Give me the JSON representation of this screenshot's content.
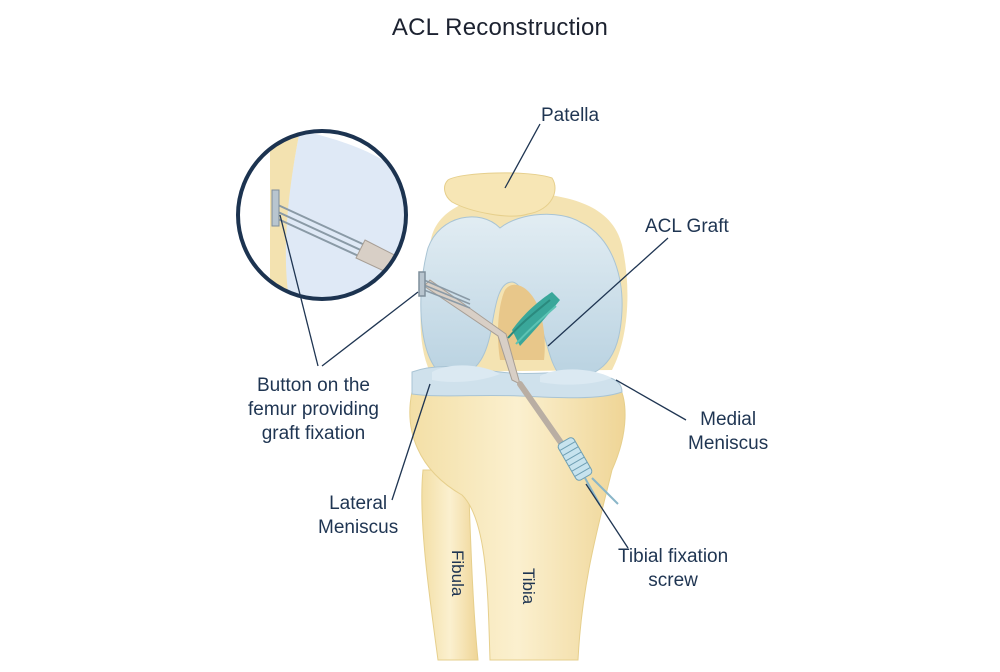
{
  "title": "ACL Reconstruction",
  "labels": {
    "patella": "Patella",
    "acl_graft": "ACL Graft",
    "button": [
      "Button on the",
      "femur providing",
      "graft fixation"
    ],
    "medial_meniscus": [
      "Medial",
      "Meniscus"
    ],
    "lateral_meniscus": [
      "Lateral",
      "Meniscus"
    ],
    "tibial_screw": [
      "Tibial fixation",
      "screw"
    ],
    "fibula": "Fibula",
    "tibia": "Tibia"
  },
  "colors": {
    "bone": "#f6e5b6",
    "cartilage": "#c9dde8",
    "graft": "#3aa79a",
    "leader_line": "#1f3552",
    "inset_ring": "#1c3350"
  }
}
